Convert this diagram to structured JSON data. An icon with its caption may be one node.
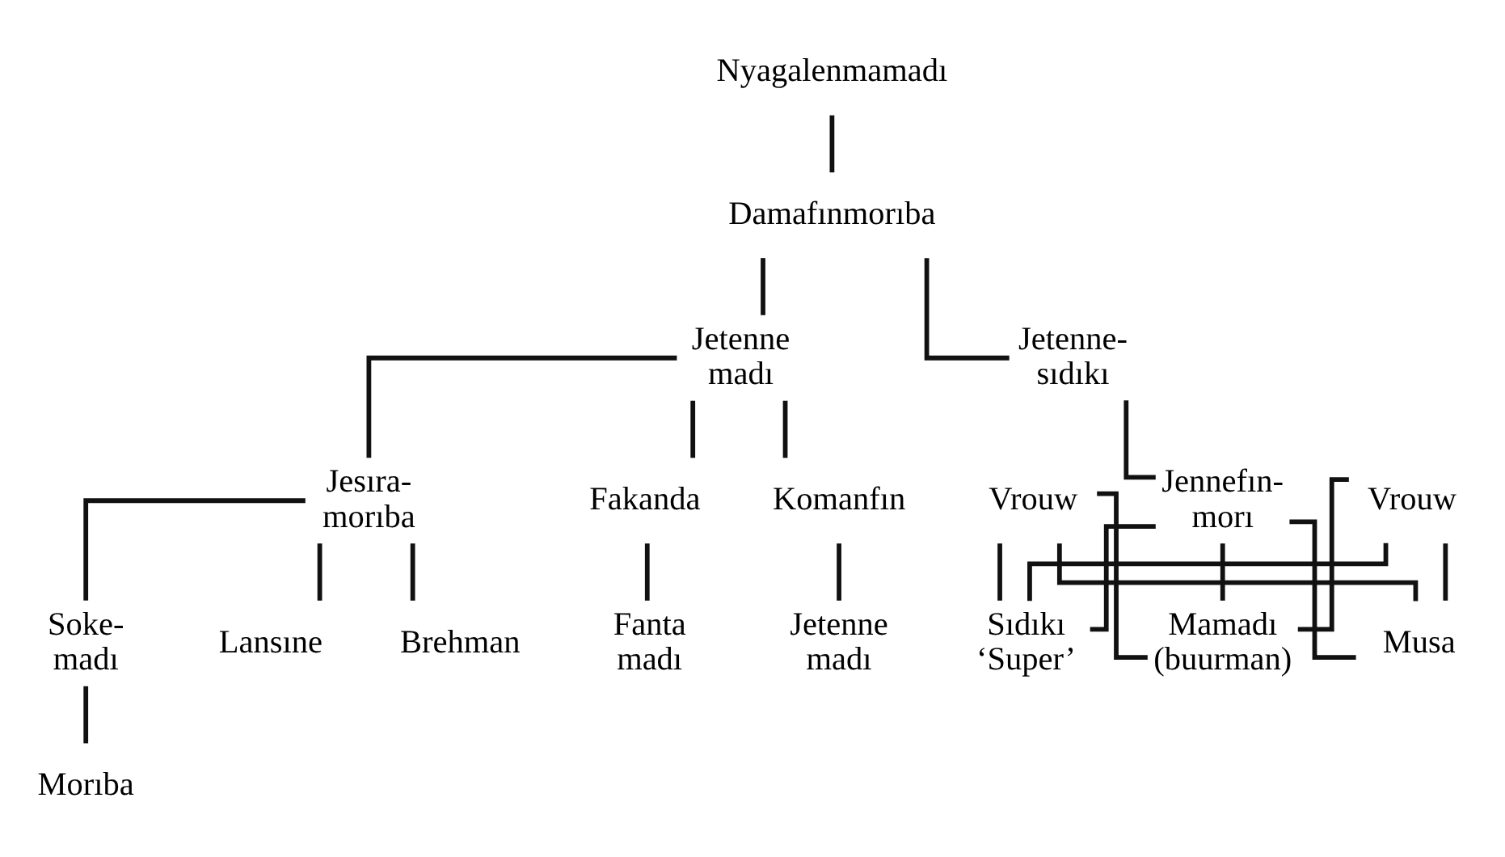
{
  "diagram": {
    "nodes": [
      {
        "text": [
          "Nyagalenmamadı"
        ]
      },
      {
        "text": [
          "Damafınmorıba"
        ]
      },
      {
        "text": [
          "Jetenne madı"
        ]
      },
      {
        "text": [
          "Jetenne- sıdıkı"
        ]
      },
      {
        "text": [
          "Jesıra- morıba"
        ]
      },
      {
        "text": [
          "Fakanda"
        ]
      },
      {
        "text": [
          "Komanfın"
        ]
      },
      {
        "text": [
          "Vrouw"
        ]
      },
      {
        "text": [
          "Jennefın- morı"
        ]
      },
      {
        "text": [
          "Vrouw"
        ]
      },
      {
        "text": [
          "Soke- madı"
        ]
      },
      {
        "text": [
          "Lansıne"
        ]
      },
      {
        "text": [
          "Brehman"
        ]
      },
      {
        "text": [
          "Fanta madı"
        ]
      },
      {
        "text": [
          "Jetenne madı"
        ]
      },
      {
        "text": [
          "Sıdıkı ‘Super’"
        ]
      },
      {
        "text": [
          "Mamadı (buurman)"
        ]
      },
      {
        "text": [
          "Musa"
        ]
      },
      {
        "text": [
          "Morıba"
        ]
      }
    ],
    "edges": [
      {
        "from": 0,
        "to": 1,
        "arrow": "none"
      },
      {
        "from": 1,
        "to": 2,
        "arrow": "none"
      },
      {
        "from": 1,
        "to": 3,
        "arrow": "none"
      },
      {
        "from": 2,
        "to": 4,
        "arrow": "none"
      },
      {
        "from": 2,
        "to": 5,
        "arrow": "none"
      },
      {
        "from": 2,
        "to": 6,
        "arrow": "none"
      },
      {
        "from": 3,
        "to": 8,
        "arrow": "none"
      },
      {
        "from": 4,
        "to": 10,
        "arrow": "none"
      },
      {
        "from": 4,
        "to": 11,
        "arrow": "none"
      },
      {
        "from": 4,
        "to": 12,
        "arrow": "none"
      },
      {
        "from": 5,
        "to": 13,
        "arrow": "none"
      },
      {
        "from": 6,
        "to": 14,
        "arrow": "none"
      },
      {
        "from": 7,
        "to": 15,
        "arrow": "none"
      },
      {
        "from": 8,
        "to": 15,
        "arrow": "none"
      },
      {
        "from": 9,
        "to": 15,
        "arrow": "none"
      },
      {
        "from": 7,
        "to": 16,
        "arrow": "none"
      },
      {
        "from": 8,
        "to": 16,
        "arrow": "none"
      },
      {
        "from": 9,
        "to": 16,
        "arrow": "none"
      },
      {
        "from": 7,
        "to": 17,
        "arrow": "none"
      },
      {
        "from": 8,
        "to": 17,
        "arrow": "none"
      },
      {
        "from": 9,
        "to": 17,
        "arrow": "none"
      },
      {
        "from": 10,
        "to": 18,
        "arrow": "none"
      }
    ]
  }
}
